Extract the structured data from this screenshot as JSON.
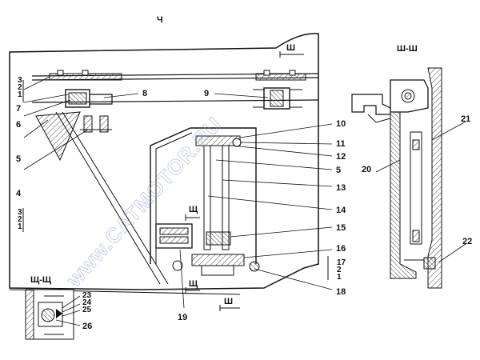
{
  "view_title_top": "Ч",
  "section_titles": {
    "shsh": "Ш-Ш",
    "shchshch": "Щ-Щ"
  },
  "cut_marks": {
    "sh": "Ш",
    "shch": "Щ"
  },
  "callouts": [
    "1",
    "2",
    "3",
    "4",
    "5",
    "6",
    "7",
    "8",
    "9",
    "10",
    "11",
    "12",
    "13",
    "14",
    "15",
    "16",
    "17",
    "18",
    "19",
    "20",
    "21",
    "22",
    "23",
    "24",
    "25",
    "26"
  ],
  "layer_stacks": {
    "top_left": [
      "3",
      "2",
      "1"
    ],
    "mid_left": [
      "3",
      "2",
      "1"
    ],
    "bottom_right": [
      "17",
      "2",
      "1"
    ]
  },
  "watermark": "www.CATMOTOR.RU",
  "colors": {
    "line": "#111111",
    "hatch": "#444444",
    "watermark": "#9aa3c8"
  }
}
